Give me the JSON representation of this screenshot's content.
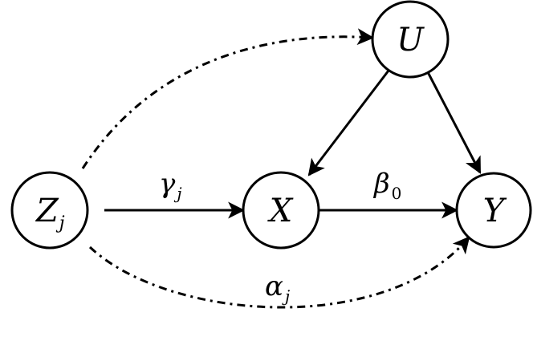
{
  "nodes": {
    "z": {
      "label": "Z",
      "sub": "j"
    },
    "u": {
      "label": "U"
    },
    "x": {
      "label": "X"
    },
    "y": {
      "label": "Y"
    }
  },
  "edges": {
    "gamma": {
      "label": "γ",
      "sub": "j"
    },
    "beta": {
      "label": "β",
      "sub": "0"
    },
    "alpha": {
      "label": "α",
      "sub": "j"
    }
  }
}
